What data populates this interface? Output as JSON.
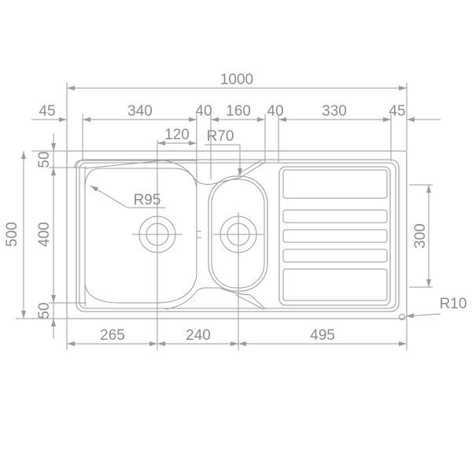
{
  "dimensions": {
    "overall_width": "1000",
    "left_margin": "45",
    "main_bowl_width": "340",
    "divider_1": "40",
    "small_bowl_width": "160",
    "divider_2": "40",
    "drainer_width": "330",
    "right_margin": "45",
    "offset_120": "120",
    "radius_small_bowl": "R70",
    "radius_main_bowl": "R95",
    "overall_depth": "500",
    "top_margin": "50",
    "bowl_depth": "400",
    "bottom_margin": "50",
    "drainer_grooves_depth": "300",
    "radius_corner": "R10",
    "drain_1_offset": "265",
    "drain_spacing": "240",
    "drain_2_to_right": "495"
  },
  "colors": {
    "line": "#9a9a9a",
    "text": "#8c8c8c",
    "background": "#ffffff"
  }
}
